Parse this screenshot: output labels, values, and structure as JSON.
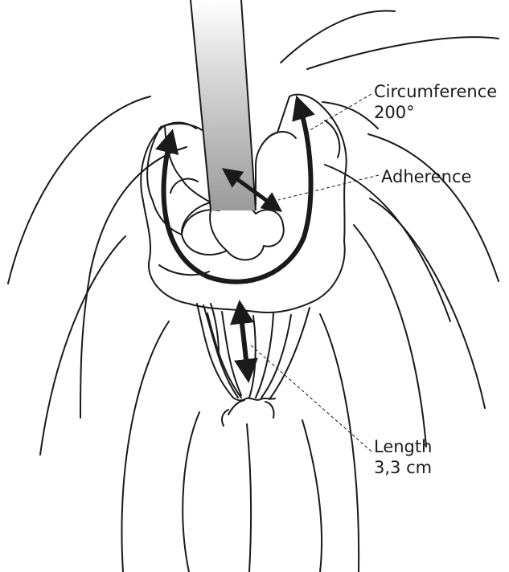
{
  "labels": {
    "circumference": {
      "line1": "Circumference",
      "line2": "200°"
    },
    "adherence": "Adherence",
    "length": {
      "line1": "Length",
      "line2": "3,3 cm"
    }
  },
  "colors": {
    "line": "#1a1a1a",
    "background": "#ffffff",
    "tube_gradient_top": "#ffffff",
    "tube_gradient_bottom": "#9a9a9a"
  }
}
